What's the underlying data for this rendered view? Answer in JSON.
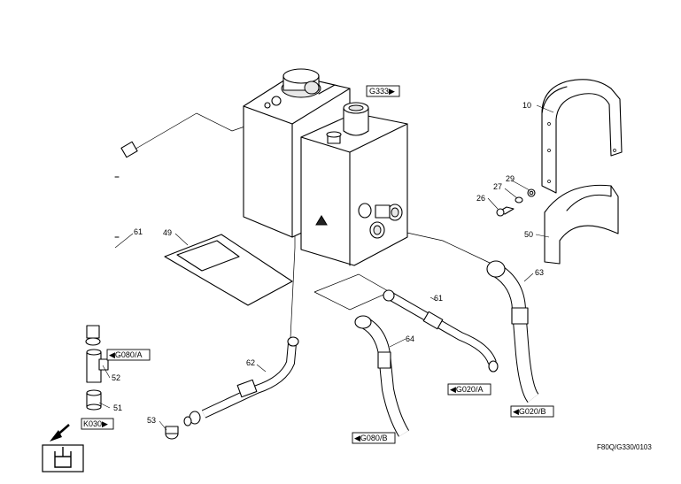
{
  "callouts": {
    "c10": "10",
    "c26": "26",
    "c27": "27",
    "c29": "29",
    "c49": "49",
    "c50": "50",
    "c51": "51",
    "c52": "52",
    "c53": "53",
    "c61a": "61",
    "c61b": "61",
    "c62": "62",
    "c63": "63",
    "c64": "64"
  },
  "refs": {
    "g333": "G333",
    "g080a": "G080/A",
    "g020a": "G020/A",
    "g020b": "G020/B",
    "g080b": "G080/B",
    "k030": "K030"
  },
  "drawing_code": "F80Q/G330/0103",
  "icons": {
    "arrow_left": "◀",
    "arrow_right": "▶",
    "output_arrow": "down-left-arrow-icon",
    "reservoir_symbol": "tank-symbol-icon"
  }
}
